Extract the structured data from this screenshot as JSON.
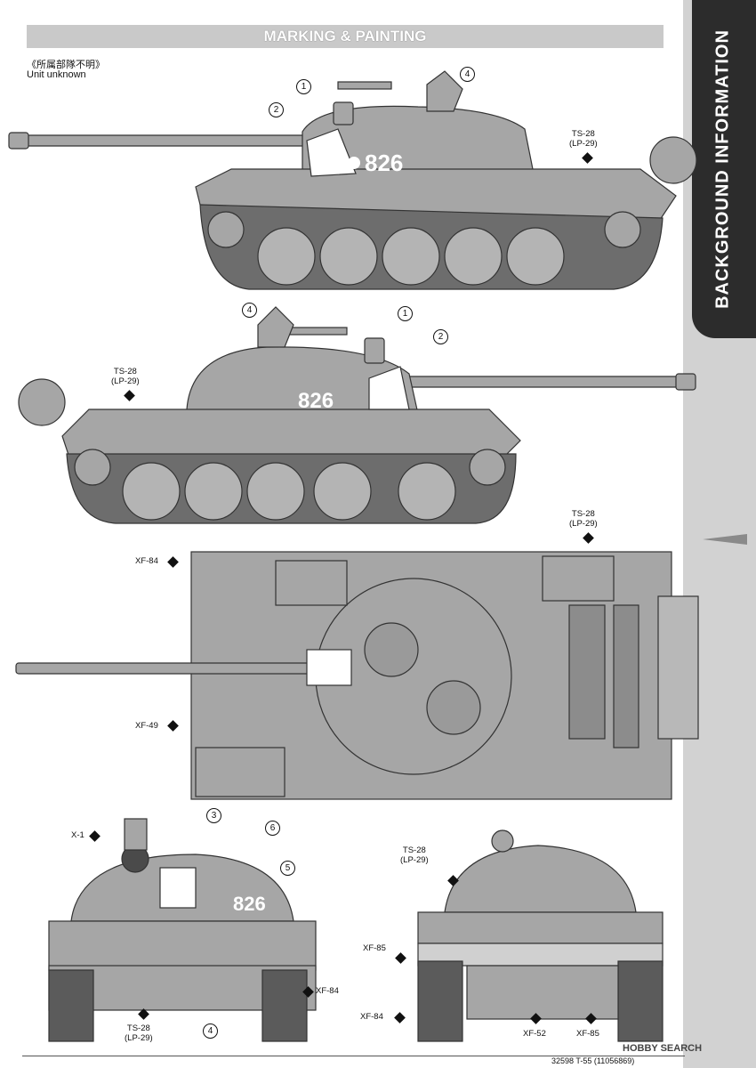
{
  "header": {
    "title": "MARKING & PAINTING"
  },
  "sidebar": {
    "title": "BACKGROUND INFORMATION"
  },
  "unit": {
    "japanese": "《所属部隊不明》",
    "english": "Unit unknown"
  },
  "views": {
    "left": {
      "number": "826",
      "refs": {
        "n1": "1",
        "n2": "2",
        "n4": "4"
      },
      "paint": {
        "code": "TS-28",
        "alt": "(LP-29)"
      }
    },
    "right": {
      "number": "826",
      "refs": {
        "n1": "1",
        "n2": "2",
        "n4": "4"
      },
      "paint": {
        "code": "TS-28",
        "alt": "(LP-29)"
      }
    },
    "top": {
      "paints": {
        "a": "TS-28",
        "a_alt": "(LP-29)",
        "b": "XF-84",
        "c": "XF-49"
      }
    },
    "front": {
      "number": "826",
      "paints": {
        "x1": "X-1",
        "ts": "TS-28",
        "ts_alt": "(LP-29)",
        "xf84": "XF-84"
      },
      "refs": {
        "n3": "3",
        "n4": "4",
        "n5": "5",
        "n6": "6"
      }
    },
    "rear": {
      "paints": {
        "ts": "TS-28",
        "ts_alt": "(LP-29)",
        "xf85a": "XF-85",
        "xf84": "XF-84",
        "xf52": "XF-52",
        "xf85b": "XF-85"
      }
    }
  },
  "footer": {
    "text": "32598 T-55 (11056869)",
    "watermark": "HOBBY SEARCH"
  },
  "colors": {
    "body": "#a6a6a6",
    "dark": "#2c2c2c",
    "sidebar": "#d2d2d2",
    "header": "#c9c9c9"
  }
}
